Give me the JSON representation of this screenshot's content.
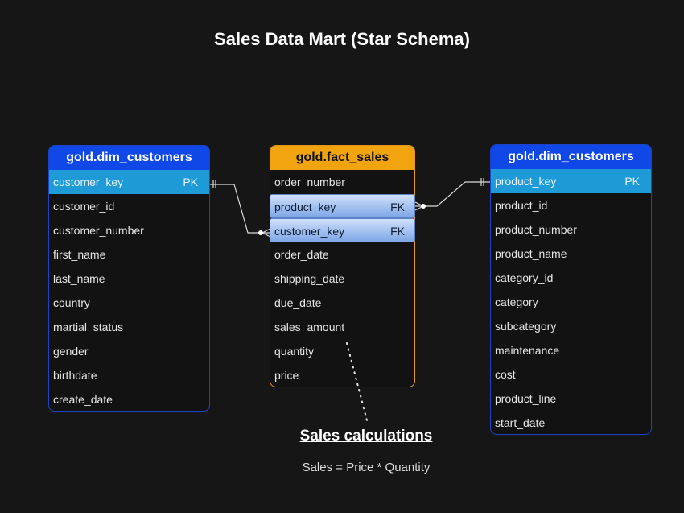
{
  "title": "Sales Data Mart (Star Schema)",
  "tables": {
    "left": {
      "name": "gold.dim_customers",
      "rows": [
        {
          "name": "customer_key",
          "tag": "PK"
        },
        {
          "name": "customer_id",
          "tag": ""
        },
        {
          "name": "customer_number",
          "tag": ""
        },
        {
          "name": "first_name",
          "tag": ""
        },
        {
          "name": "last_name",
          "tag": ""
        },
        {
          "name": "country",
          "tag": ""
        },
        {
          "name": "martial_status",
          "tag": ""
        },
        {
          "name": "gender",
          "tag": ""
        },
        {
          "name": "birthdate",
          "tag": ""
        },
        {
          "name": "create_date",
          "tag": ""
        }
      ]
    },
    "middle": {
      "name": "gold.fact_sales",
      "rows": [
        {
          "name": "order_number",
          "tag": ""
        },
        {
          "name": "product_key",
          "tag": "FK"
        },
        {
          "name": "customer_key",
          "tag": "FK"
        },
        {
          "name": "order_date",
          "tag": ""
        },
        {
          "name": "shipping_date",
          "tag": ""
        },
        {
          "name": "due_date",
          "tag": ""
        },
        {
          "name": "sales_amount",
          "tag": ""
        },
        {
          "name": "quantity",
          "tag": ""
        },
        {
          "name": "price",
          "tag": ""
        }
      ]
    },
    "right": {
      "name": "gold.dim_customers",
      "rows": [
        {
          "name": "product_key",
          "tag": "PK"
        },
        {
          "name": "product_id",
          "tag": ""
        },
        {
          "name": "product_number",
          "tag": ""
        },
        {
          "name": "product_name",
          "tag": ""
        },
        {
          "name": "category_id",
          "tag": ""
        },
        {
          "name": "category",
          "tag": ""
        },
        {
          "name": "subcategory",
          "tag": ""
        },
        {
          "name": "maintenance",
          "tag": ""
        },
        {
          "name": "cost",
          "tag": ""
        },
        {
          "name": "product_line",
          "tag": ""
        },
        {
          "name": "start_date",
          "tag": ""
        }
      ]
    }
  },
  "note": {
    "title": "Sales calculations",
    "text": "Sales = Price * Quantity"
  },
  "colors": {
    "background": "#161616",
    "dimension_header": "#1048e8",
    "fact_header": "#f2a40e",
    "primary_key_row": "#1e9ad6",
    "foreign_key_row": "#a9c4f0"
  }
}
